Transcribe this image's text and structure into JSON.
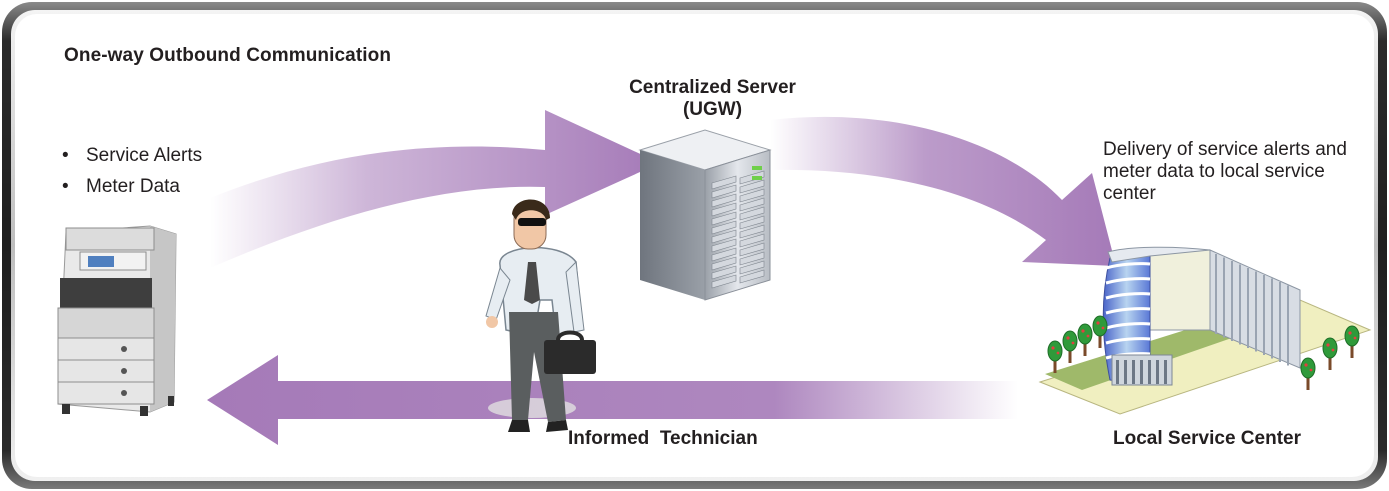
{
  "diagram": {
    "heading": "One-way Outbound Communication",
    "server": {
      "title_line1": "Centralized Server",
      "title_line2": "(UGW)"
    },
    "data_items": [
      "Service Alerts",
      "Meter Data"
    ],
    "bullet_glyph": "•",
    "delivery_note": "Delivery of service alerts and meter data to local service center",
    "technician_label": "Informed  Technician",
    "service_center_label": "Local Service Center",
    "flows": [
      {
        "from": "printer",
        "to": "server",
        "direction": "outbound"
      },
      {
        "from": "server",
        "to": "service-center",
        "direction": "outbound"
      },
      {
        "from": "service-center",
        "to": "printer",
        "direction": "return"
      }
    ],
    "icons": {
      "printer": "multifunction-printer-icon",
      "server": "tower-server-icon",
      "technician": "technician-with-briefcase-icon",
      "service_center": "office-building-icon"
    }
  },
  "colors": {
    "arrow": "#a57ab8",
    "frame_dark": "#3d3d3d",
    "frame_light": "#e9e9e9",
    "text": "#231f20"
  }
}
